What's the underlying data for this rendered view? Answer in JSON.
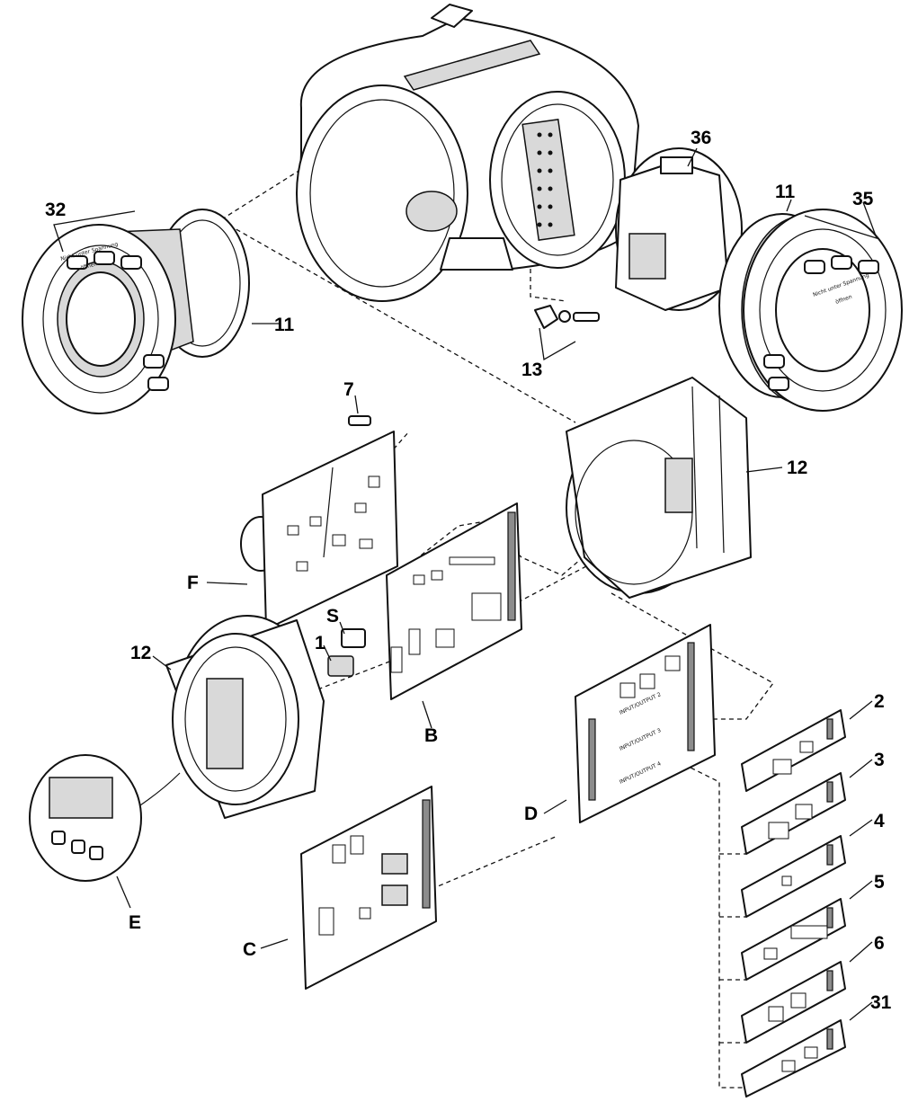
{
  "callouts": {
    "c32": "32",
    "c11_left": "11",
    "c36": "36",
    "c11_right": "11",
    "c35": "35",
    "c13": "13",
    "c7": "7",
    "c12_top": "12",
    "cF": "F",
    "cS": "S",
    "c1": "1",
    "c12_left": "12",
    "cB": "B",
    "cE": "E",
    "cC": "C",
    "cD": "D",
    "c2": "2",
    "c3": "3",
    "c4": "4",
    "c5": "5",
    "c6": "6",
    "c31": "31"
  },
  "embedded_text": {
    "cover_left_1": "Nicht unter Spannung",
    "cover_left_2": "öffnen",
    "cover_right_1": "Nicht unter Spannung",
    "cover_right_2": "öffnen",
    "board_d_1": "INPUT/OUTPUT 2",
    "board_d_2": "INPUT/OUTPUT 3",
    "board_d_3": "INPUT/OUTPUT 4"
  }
}
